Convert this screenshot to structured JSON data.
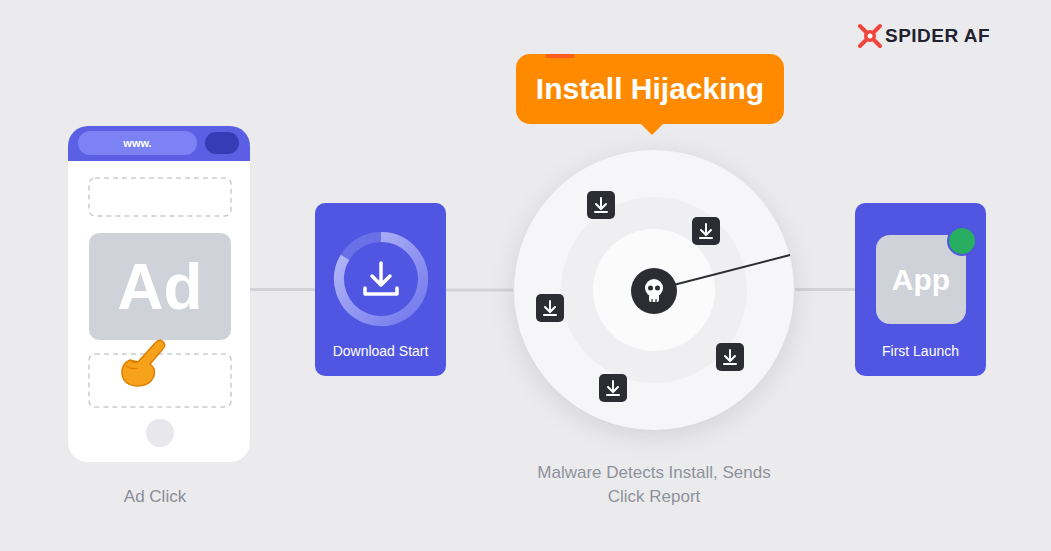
{
  "diagram": {
    "nodes": [
      {
        "text": [
          "Ad Click"
        ]
      },
      {
        "text": [
          "www."
        ],
        "in": 0
      },
      {
        "text": [
          "Ad"
        ],
        "in": 0
      },
      {
        "text": [
          "Download Start"
        ]
      },
      {
        "text": [
          "Malware Detects Install, Sends Click Report"
        ]
      },
      {
        "text": [
          "Install Hijacking"
        ]
      },
      {
        "text": [
          "First Launch"
        ]
      },
      {
        "text": [
          "App"
        ],
        "in": 6
      }
    ],
    "edges": [
      {
        "from": 0,
        "to": 3,
        "arrow": "none"
      },
      {
        "from": 3,
        "to": 4,
        "arrow": "none"
      },
      {
        "from": 4,
        "to": 6,
        "arrow": "none"
      }
    ],
    "labels": [
      "SPIDER AF"
    ]
  }
}
